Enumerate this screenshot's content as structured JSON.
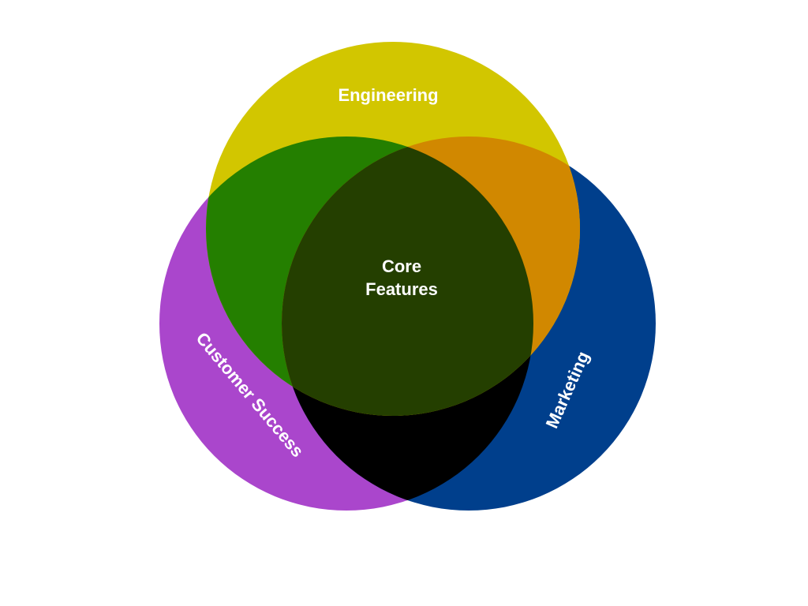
{
  "diagram": {
    "type": "venn",
    "sets": [
      {
        "id": "engineering",
        "label": "Engineering",
        "color": "#d2c600"
      },
      {
        "id": "customer-success",
        "label": "Customer Success",
        "color": "#aa46cc"
      },
      {
        "id": "marketing",
        "label": "Marketing",
        "color": "#003f8c"
      }
    ],
    "overlaps": [
      {
        "sets": [
          "engineering",
          "customer-success"
        ],
        "color": "#247f00"
      },
      {
        "sets": [
          "engineering",
          "marketing"
        ],
        "color": "#d18800"
      },
      {
        "sets": [
          "customer-success",
          "marketing"
        ],
        "color": "#000000"
      },
      {
        "sets": [
          "engineering",
          "customer-success",
          "marketing"
        ],
        "color": "#243f00"
      }
    ],
    "center": {
      "line1": "Core",
      "line2": "Features"
    }
  }
}
